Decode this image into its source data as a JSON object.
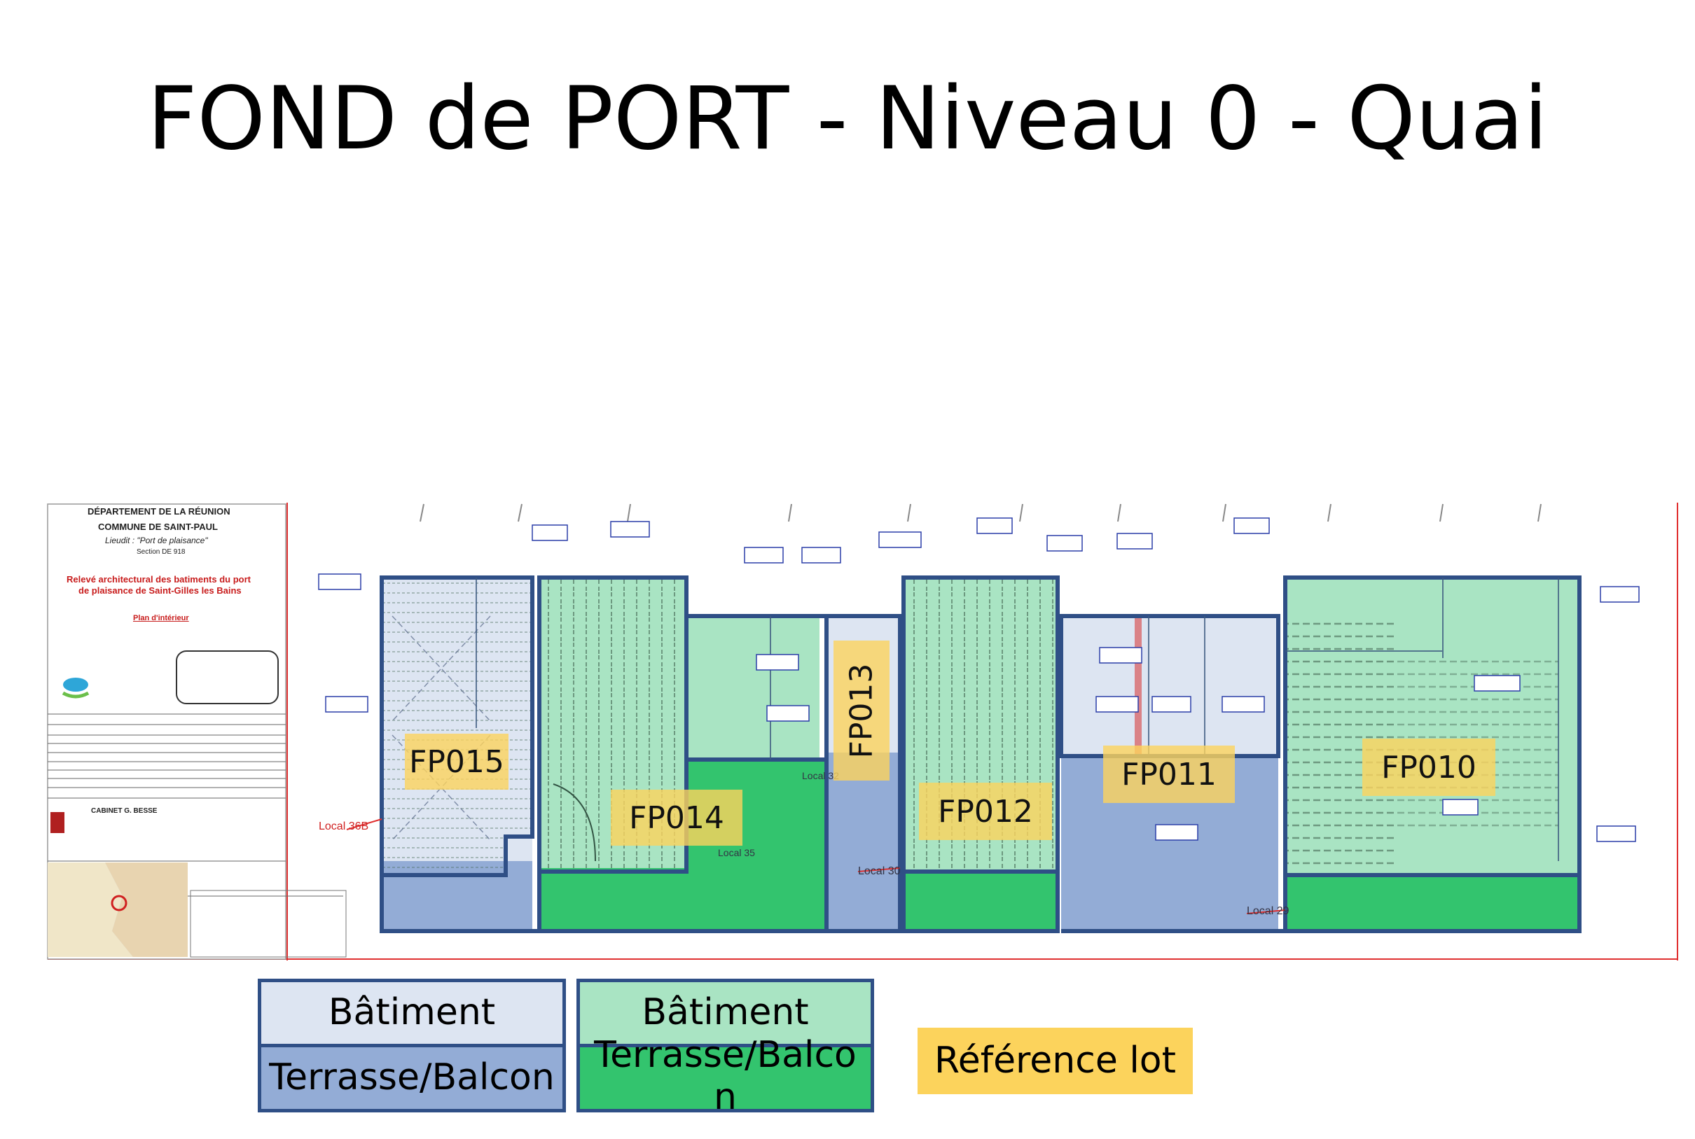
{
  "title": "FOND de PORT - Niveau 0 - Quai",
  "colors": {
    "batiment_blue": "#dde5f2",
    "terrasse_blue": "#93acd6",
    "batiment_green": "#a9e4c3",
    "terrasse_green": "#33c46e",
    "reference_yellow": "#fcd35c",
    "outline": "#2f4f86"
  },
  "lots": [
    {
      "id": "FP015",
      "label": "FP015"
    },
    {
      "id": "FP014",
      "label": "FP014"
    },
    {
      "id": "FP013",
      "label": "FP013"
    },
    {
      "id": "FP012",
      "label": "FP012"
    },
    {
      "id": "FP011",
      "label": "FP011"
    },
    {
      "id": "FP010",
      "label": "FP010"
    }
  ],
  "cartouche": {
    "dept": "DÉPARTEMENT DE LA RÉUNION",
    "commune": "COMMUNE DE SAINT-PAUL",
    "lieudit": "Lieudit : \"Port de plaisance\"",
    "section": "Section DE 918",
    "releve1": "Relevé architectural des batiments du port",
    "releve2": "de plaisance de Saint-Gilles les Bains",
    "plan": "Plan d'intérieur",
    "cabinet": "CABINET G. BESSE"
  },
  "local_labels": [
    "Local 36B",
    "Local 30",
    "Local 29",
    "Local 32",
    "Local 35"
  ],
  "legend": {
    "batiment_blue_label": "Bâtiment",
    "terrasse_blue_label": "Terrasse/Balcon",
    "batiment_green_label": "Bâtiment",
    "terrasse_green_label_l1": "Terrasse/Balco",
    "terrasse_green_label_l2": "n",
    "reference_label": "Référence lot"
  }
}
